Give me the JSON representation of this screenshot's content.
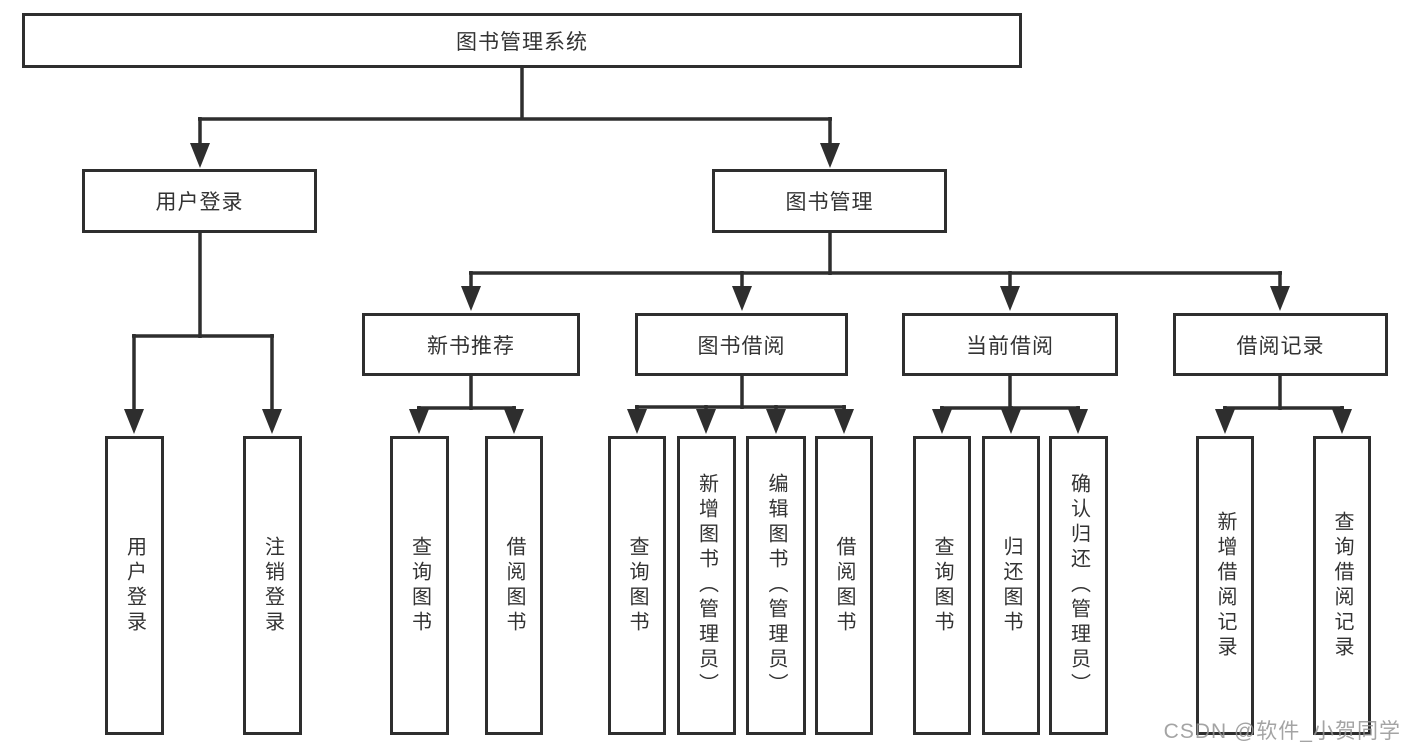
{
  "tree": {
    "label": "图书管理系统",
    "children": [
      {
        "label": "用户登录",
        "children": [
          {
            "label": "用户登录"
          },
          {
            "label": "注销登录"
          }
        ]
      },
      {
        "label": "图书管理",
        "children": [
          {
            "label": "新书推荐",
            "children": [
              {
                "label": "查询图书"
              },
              {
                "label": "借阅图书"
              }
            ]
          },
          {
            "label": "图书借阅",
            "children": [
              {
                "label": "查询图书"
              },
              {
                "label": "新增图书（管理员）"
              },
              {
                "label": "编辑图书（管理员）"
              },
              {
                "label": "借阅图书"
              }
            ]
          },
          {
            "label": "当前借阅",
            "children": [
              {
                "label": "查询图书"
              },
              {
                "label": "归还图书"
              },
              {
                "label": "确认归还（管理员）"
              }
            ]
          },
          {
            "label": "借阅记录",
            "children": [
              {
                "label": "新增借阅记录"
              },
              {
                "label": "查询借阅记录"
              }
            ]
          }
        ]
      }
    ]
  },
  "watermark": {
    "text": "CSDN @软件_小贺同学",
    "color": "#949494"
  },
  "colors": {
    "line": "#2e2e2e",
    "text": "#333333",
    "background": "#ffffff"
  }
}
